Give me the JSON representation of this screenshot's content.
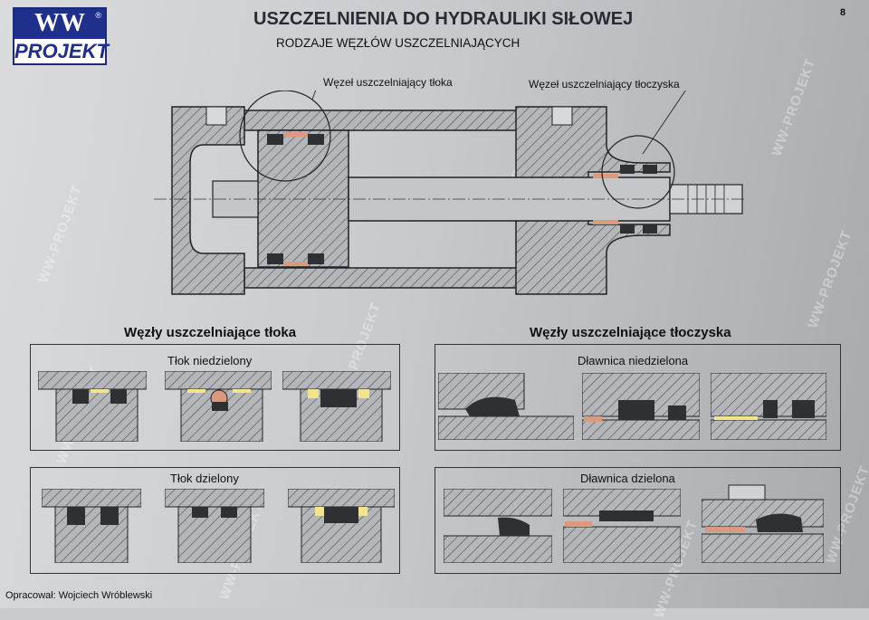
{
  "header": {
    "logo_top": "WW",
    "logo_bottom": "PROJEKT",
    "logo_registered": "®",
    "title": "USZCZELNIENIA DO HYDRAULIKI SIŁOWEJ",
    "subtitle": "RODZAJE WĘZŁÓW USZCZELNIAJĄCYCH",
    "page_number": "8"
  },
  "callouts": {
    "piston_node": "Węzeł uszczelniający tłoka",
    "rod_node": "Węzeł uszczelniający tłoczyska"
  },
  "sections": {
    "piston_title": "Węzły uszczelniające tłoka",
    "rod_title": "Węzły uszczelniające tłoczyska"
  },
  "panels": {
    "piston_undivided": "Tłok niedzielony",
    "rod_gland_undivided": "Dławnica niedzielona",
    "piston_divided": "Tłok dzielony",
    "rod_gland_divided": "Dławnica dzielona"
  },
  "footer": {
    "author": "Opracował: Wojciech Wróblewski"
  },
  "watermark": {
    "text": "WW-PROJEKT"
  },
  "colors": {
    "metal": "#aeb0b4",
    "seal": "#2e3033",
    "guide_copper": "#d99a80",
    "guide_yellow": "#f2e48a",
    "logo_blue": "#1f2f8c"
  }
}
